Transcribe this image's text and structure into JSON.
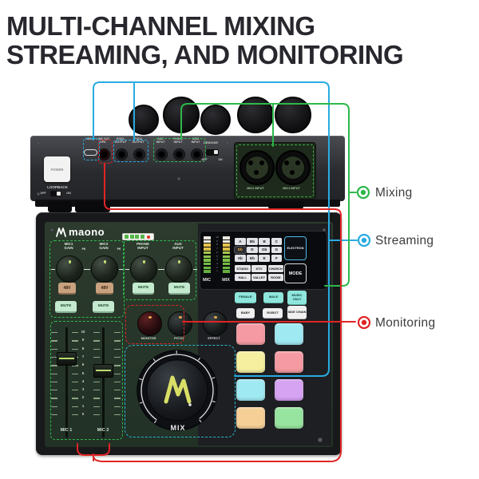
{
  "title": {
    "line1": "MULTI-CHANNEL MIXING",
    "line2": "STREAMING, AND MONITORING"
  },
  "callouts": {
    "mixing": "Mixing",
    "streaming": "Streaming",
    "monitoring": "Monitoring"
  },
  "colors": {
    "mixing_green": "#2eb84b",
    "streaming_blue": "#29abe2",
    "monitoring_red": "#e02424"
  },
  "back_panel": {
    "power": "POWER",
    "loopback": "LOOPBACK",
    "loopback_off": "OFF",
    "loopback_on": "ON",
    "denoise": "DENOISE",
    "denoise_off": "OFF",
    "denoise_on": "ON",
    "ports": [
      {
        "l1": "USB-C",
        "l2": "",
        "type": "usb"
      },
      {
        "l1": "LINE OUT",
        "l2": "SPK",
        "type": "red"
      },
      {
        "l1": "POD1",
        "l2": "OUTPUT",
        "type": "std"
      },
      {
        "l1": "POD2",
        "l2": "OUTPUT",
        "type": "std"
      },
      {
        "l1": "AUX",
        "l2": "INPUT",
        "type": "std"
      },
      {
        "l1": "PHONE",
        "l2": "INPUT",
        "type": "std"
      },
      {
        "l1": "MIC3",
        "l2": "INPUT",
        "type": "std"
      }
    ],
    "xlr_labels": [
      "MIC2 INPUT",
      "MIC1 INPUT"
    ]
  },
  "mixer": {
    "brand": "maono",
    "input_knobs": [
      {
        "l1": "MIC1",
        "l2": "GAIN",
        "pk": "PK"
      },
      {
        "l1": "MIC2",
        "l2": "GAIN",
        "pk": "PK"
      },
      {
        "l1": "PHONE",
        "l2": "INPUT"
      },
      {
        "l1": "AUX",
        "l2": "INPUT"
      }
    ],
    "phantom": "48V",
    "mute": "MUTE",
    "meters": {
      "mic": "MIC",
      "mix": "MIX",
      "scale": [
        "10",
        "9",
        "8",
        "7",
        "6",
        "5",
        "4",
        "3",
        "2",
        "1"
      ],
      "segments": [
        "#eceadf",
        "#eceadf",
        "#e6c44c",
        "#d9c04a",
        "#a6c94c",
        "#8cc449",
        "#7ec047",
        "#74bb45",
        "#6cb643",
        "#63b040"
      ]
    },
    "key_grid": {
      "rows": [
        [
          "A",
          "Bb",
          "B",
          "C"
        ],
        [
          "Db",
          "D",
          "Gb",
          "G"
        ],
        [
          "Ab",
          "Eb",
          "E",
          "F"
        ]
      ],
      "active": "Db"
    },
    "electron": "ELECTRON",
    "mode": "MODE",
    "reverb": [
      [
        "STUDIO",
        "KTV",
        "CHURCH"
      ],
      [
        "HALL",
        "VALLEY",
        "ROOM"
      ]
    ],
    "voice_row1": [
      "FEMALE",
      "MALE",
      "MUSIC ONLY"
    ],
    "voice_row2": [
      "BABY",
      "ROBOT",
      "SIDE CHAIN"
    ],
    "fx_knobs": [
      "MONITOR",
      "PITCH",
      "EFFECT"
    ],
    "fader_scale": [
      "10",
      "9",
      "8",
      "7",
      "6",
      "5",
      "4",
      "3",
      "2",
      "1",
      "0"
    ],
    "fader_labels": [
      "MIC 1",
      "MIC 2"
    ],
    "mix_label": "MIX",
    "pads": [
      [
        "#f59aa2",
        "#9fe9f2"
      ],
      [
        "#f5ef9f",
        "#f59aa2"
      ],
      [
        "#9fe9f2",
        "#d6a2f2"
      ],
      [
        "#f5cf96",
        "#97e3a0"
      ]
    ]
  }
}
